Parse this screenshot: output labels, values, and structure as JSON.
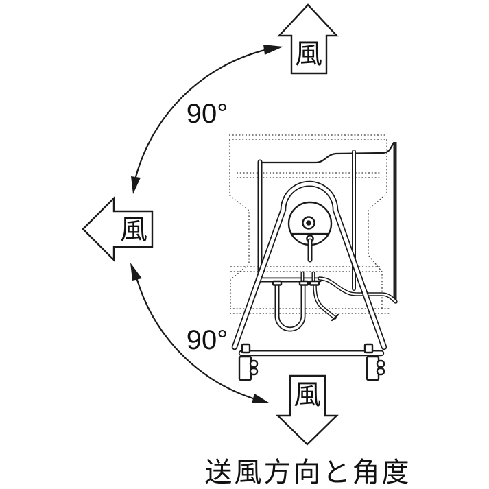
{
  "wind_arrows": {
    "up": {
      "label": "風"
    },
    "left": {
      "label": "風"
    },
    "down": {
      "label": "風"
    }
  },
  "rotation": {
    "upper_angle": "90°",
    "lower_angle": "90°"
  },
  "caption": "送風方向と角度",
  "colors": {
    "background": "#ffffff",
    "line": "#1a1a1a",
    "dashed": "#3f3f3f"
  },
  "icons": {
    "wind_up_arrow": "block-arrow-up-outline",
    "wind_left_arrow": "block-arrow-left-outline",
    "wind_down_arrow": "block-arrow-down-outline",
    "rotation_arc_upper": "curved-arrow-double-head",
    "rotation_arc_lower": "curved-arrow-double-head"
  }
}
